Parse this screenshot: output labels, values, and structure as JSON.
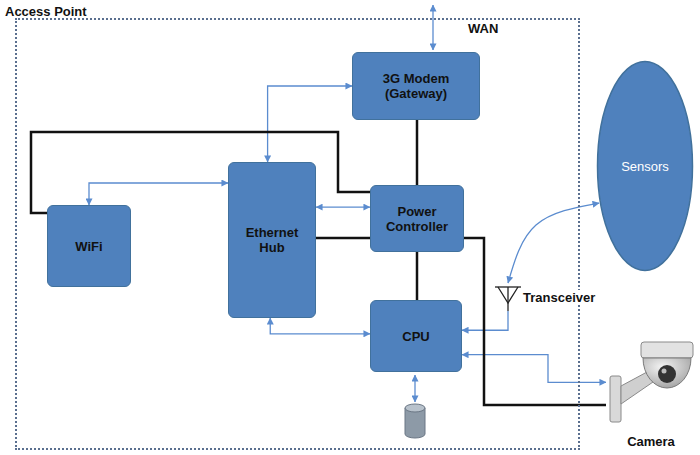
{
  "diagram": {
    "nodes": [
      {
        "text": [
          "Access Point"
        ]
      },
      {
        "text": [
          "3G Modem (Gateway)"
        ],
        "in": 0
      },
      {
        "text": [
          "WiFi"
        ],
        "in": 0
      },
      {
        "text": [
          "Ethernet Hub"
        ],
        "in": 0
      },
      {
        "text": [
          "Power Controller"
        ],
        "in": 0
      },
      {
        "text": [
          "CPU"
        ],
        "in": 0
      },
      {
        "text": [
          "Sensors"
        ]
      },
      {
        "text": [
          "Transceiver"
        ]
      },
      {
        "text": [
          "Camera"
        ]
      }
    ],
    "edges": [
      {
        "from": 1,
        "to": 3,
        "arrow": "both"
      },
      {
        "from": 2,
        "to": 3,
        "arrow": "both"
      },
      {
        "from": 3,
        "to": 4,
        "arrow": "both"
      },
      {
        "from": 3,
        "to": 5,
        "arrow": "both"
      },
      {
        "from": 7,
        "to": 5,
        "arrow": "to"
      },
      {
        "from": 8,
        "to": 5,
        "arrow": "both"
      },
      {
        "from": 7,
        "to": 6,
        "arrow": "both"
      },
      {
        "from": 4,
        "to": 1,
        "arrow": "none"
      },
      {
        "from": 4,
        "to": 2,
        "arrow": "none"
      },
      {
        "from": 4,
        "to": 3,
        "arrow": "none"
      },
      {
        "from": 4,
        "to": 5,
        "arrow": "none"
      },
      {
        "from": 4,
        "to": 8,
        "arrow": "none"
      }
    ],
    "labels": [
      "WAN"
    ]
  }
}
